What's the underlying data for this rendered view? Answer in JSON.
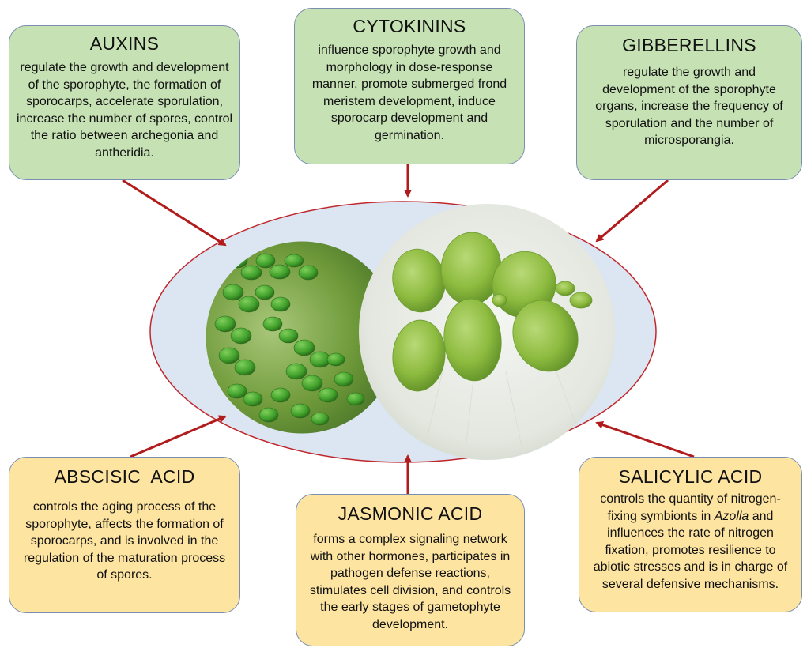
{
  "colors": {
    "green_box": "#c6e1b4",
    "yellow_box": "#fde4a1",
    "box_border": "#7a8fb0",
    "arrow": "#b11b1b",
    "ellipse_fill": "#dce6f2",
    "ellipse_stroke": "#c0282d"
  },
  "auxins": {
    "title": "AUXINS",
    "text": "regulate the growth and development of the sporophyte, the formation of sporocarps, accelerate sporulation, increase the number of spores, control the ratio between archegonia and antheridia."
  },
  "cytokinins": {
    "title": "CYTOKININS",
    "text": "influence sporophyte growth and morphology in dose-response manner, promote submerged frond meristem development, induce sporocarp development and germination."
  },
  "gibberellins": {
    "title": "GIBBERELLINS",
    "text": "regulate the growth and development of the sporophyte organs, increase the frequency of sporulation and the number of microsporangia."
  },
  "abscisic_acid": {
    "title": "ABSCISIC  ACID",
    "text": "controls the aging process of the sporophyte, affects the formation of sporocarps, and is involved in the regulation of the maturation process of spores."
  },
  "jasmonic_acid": {
    "title": "JASMONIC ACID",
    "text": "forms a complex signaling network with other hormones, participates in pathogen defense reactions, stimulates cell division, and controls the early stages of gametophyte development."
  },
  "salicylic_acid": {
    "title": "SALICYLIC ACID",
    "text_before": "controls the quantity of nitrogen-fixing symbionts in ",
    "text_italic": "Azolla",
    "text_after": " and influences the rate of nitrogen fixation, promotes resilience to abiotic stresses and is in charge of several defensive mechanisms."
  }
}
